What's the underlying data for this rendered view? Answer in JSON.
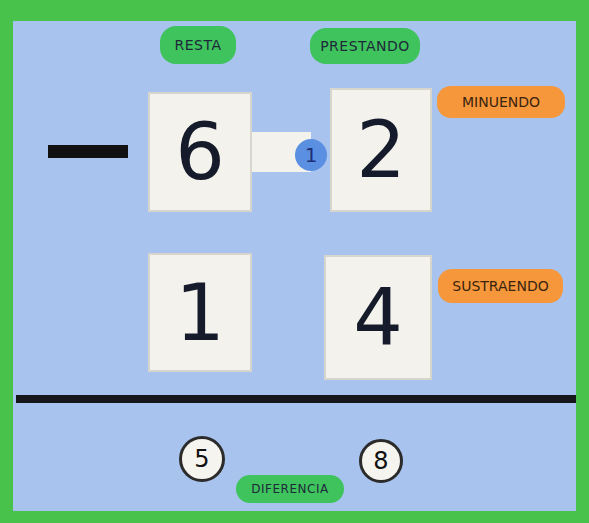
{
  "diagram": {
    "nodes": [
      {
        "text": [
          "RESTA"
        ]
      },
      {
        "text": [
          "PRESTANDO"
        ]
      },
      {
        "text": [
          "6"
        ]
      },
      {
        "text": [
          "1"
        ]
      },
      {
        "text": [
          "2"
        ]
      },
      {
        "text": [
          "MINUENDO"
        ]
      },
      {
        "text": [
          "1"
        ]
      },
      {
        "text": [
          "4"
        ]
      },
      {
        "text": [
          "SUSTRAENDO"
        ]
      },
      {
        "text": [
          "5"
        ]
      },
      {
        "text": [
          "8"
        ]
      },
      {
        "text": [
          "DIFERENCIA"
        ]
      }
    ],
    "edges": [
      {
        "from": 2,
        "to": 3,
        "arrow": "none"
      }
    ]
  }
}
